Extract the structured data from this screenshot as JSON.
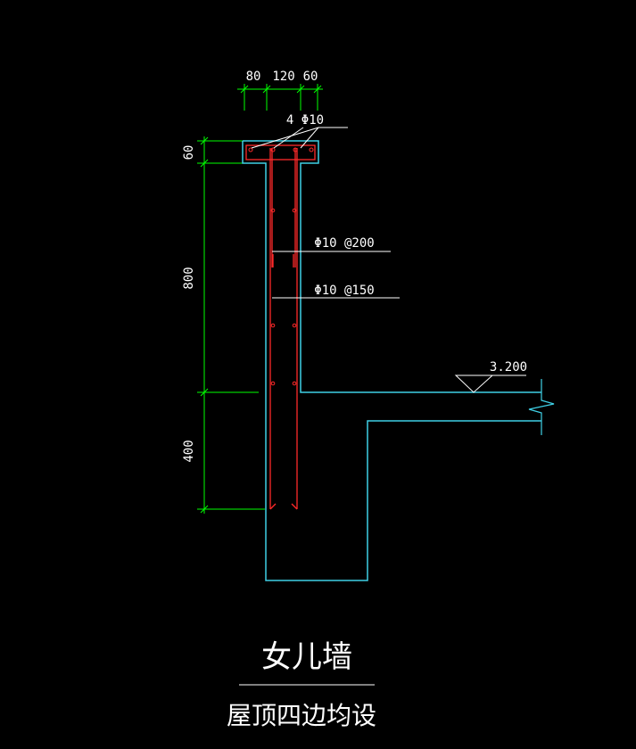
{
  "drawing": {
    "title": "女儿墙",
    "subtitle": "屋顶四边均设",
    "dims_top": [
      "80",
      "120",
      "60"
    ],
    "dims_left": [
      "60",
      "800",
      "400"
    ],
    "rebar_top": "4 Φ10",
    "rebar_stirrup": "Φ10 @200",
    "rebar_vertical": "Φ10 @150",
    "elevation": "3.200",
    "colors": {
      "background": "#000000",
      "dimension": "#00ff00",
      "concrete_outline": "#3fd0e6",
      "rebar": "#ff2a2a",
      "text": "#ffffff"
    }
  }
}
